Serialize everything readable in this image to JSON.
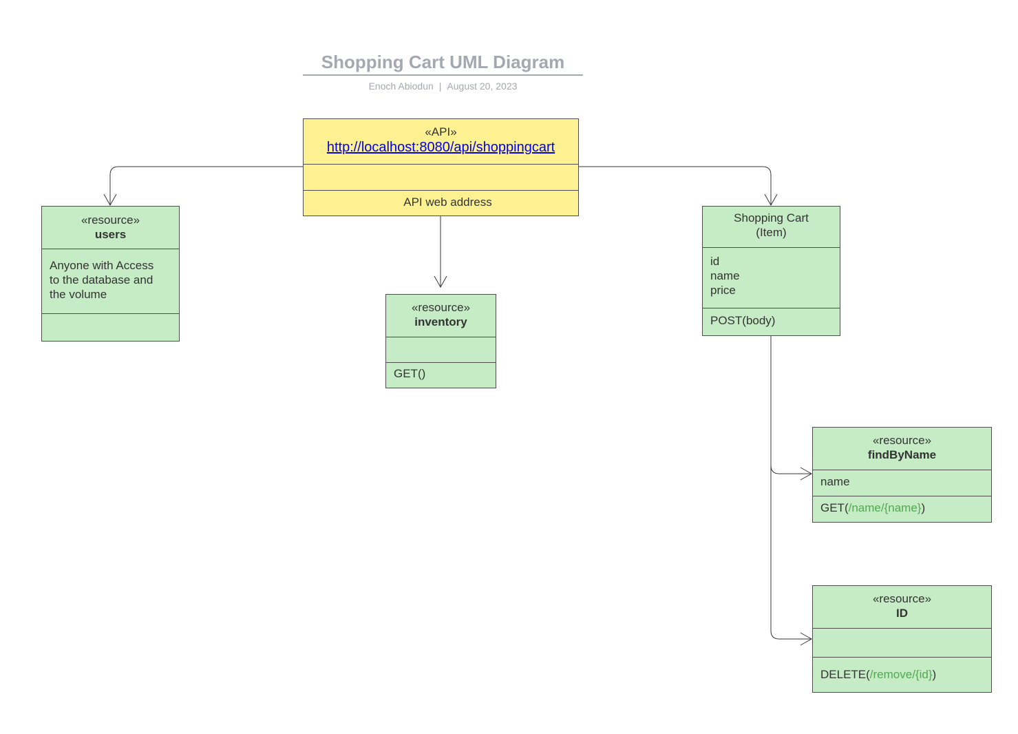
{
  "header": {
    "title": "Shopping Cart UML Diagram",
    "author": "Enoch Abiodun",
    "separator": "|",
    "date": "August 20, 2023"
  },
  "colors": {
    "resource_fill": "#c5ecc5",
    "api_fill": "#fef192",
    "border": "#4d4d4d",
    "title_gray": "#a3a8b1",
    "link_blue": "#0000ee",
    "path_green": "#52a852"
  },
  "api_box": {
    "stereotype": "«API»",
    "url": "http://localhost:8080/api/shoppingcart",
    "attributes": "",
    "description": "API web address"
  },
  "users": {
    "stereotype": "«resource»",
    "name": "users",
    "description_lines": [
      "Anyone with Access",
      "to the database and",
      "the volume"
    ],
    "methods": ""
  },
  "inventory": {
    "stereotype": "«resource»",
    "name": "inventory",
    "attributes": "",
    "method": "GET()"
  },
  "shopping_cart": {
    "name_line1": "Shopping Cart",
    "name_line2": "(Item)",
    "attributes": [
      "id",
      "name",
      "price"
    ],
    "method": "POST(body)"
  },
  "find_by_name": {
    "stereotype": "«resource»",
    "name": "findByName",
    "attribute": "name",
    "method_prefix": "GET(",
    "method_path": "/name/{name}",
    "method_suffix": ")"
  },
  "id_resource": {
    "stereotype": "«resource»",
    "name": "ID",
    "attributes": "",
    "method_prefix": "DELETE(",
    "method_path": "/remove/{id}",
    "method_suffix": ")"
  }
}
